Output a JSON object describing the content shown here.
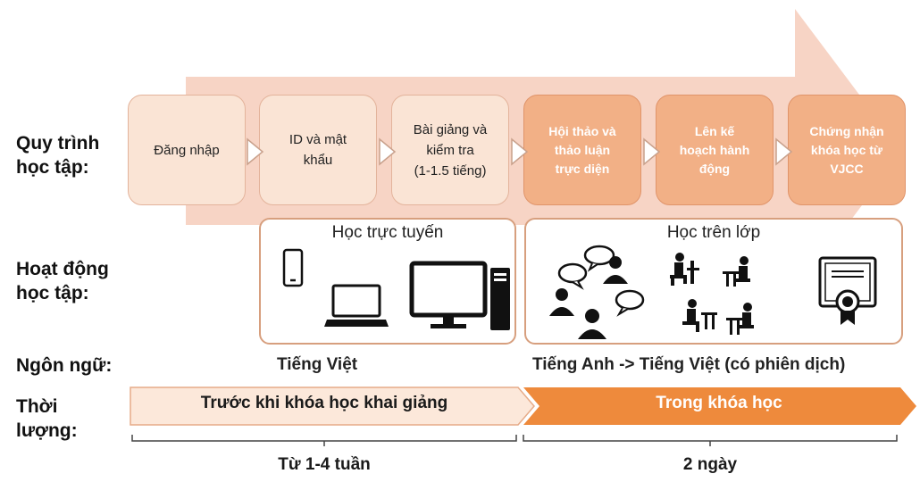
{
  "row_labels": {
    "process": "Quy trình\nhọc tập:",
    "activity": "Hoạt động\nhọc tập:",
    "language": "Ngôn ngữ:",
    "duration": "Thời\nlượng:"
  },
  "steps": [
    {
      "label": "Đăng nhập",
      "style": "light"
    },
    {
      "label": "ID và mật\nkhẩu",
      "style": "light"
    },
    {
      "label": "Bài giảng và\nkiểm tra\n(1-1.5 tiếng)",
      "style": "light"
    },
    {
      "label": "Hội thảo và\nthảo luận\ntrực diện",
      "style": "dark"
    },
    {
      "label": "Lên kế\nhoạch hành\nđộng",
      "style": "dark"
    },
    {
      "label": "Chứng nhận\nkhóa học từ\nVJCC",
      "style": "dark"
    }
  ],
  "activities": {
    "online": {
      "title": "Học trực tuyến",
      "icons": [
        "phone-icon",
        "laptop-icon",
        "desktop-icon"
      ]
    },
    "classroom": {
      "title": "Học trên lớp",
      "icons": [
        "discussion-icon",
        "desk-workers-icon",
        "certificate-icon"
      ]
    }
  },
  "languages": {
    "online": "Tiếng Việt",
    "classroom": "Tiếng Anh -> Tiếng Việt (có phiên dịch)"
  },
  "durations": {
    "before": {
      "label": "Trước khi khóa học khai giảng",
      "period": "Từ 1-4 tuần"
    },
    "during": {
      "label": "Trong khóa học",
      "period": "2 ngày"
    }
  },
  "colors": {
    "arrow_fill": "#f6cfbf",
    "light_step": "#fae4d5",
    "dark_step": "#f2b086",
    "duration_before": "#fce8da",
    "duration_during": "#ee8a3c",
    "box_border": "#d79f7e"
  }
}
